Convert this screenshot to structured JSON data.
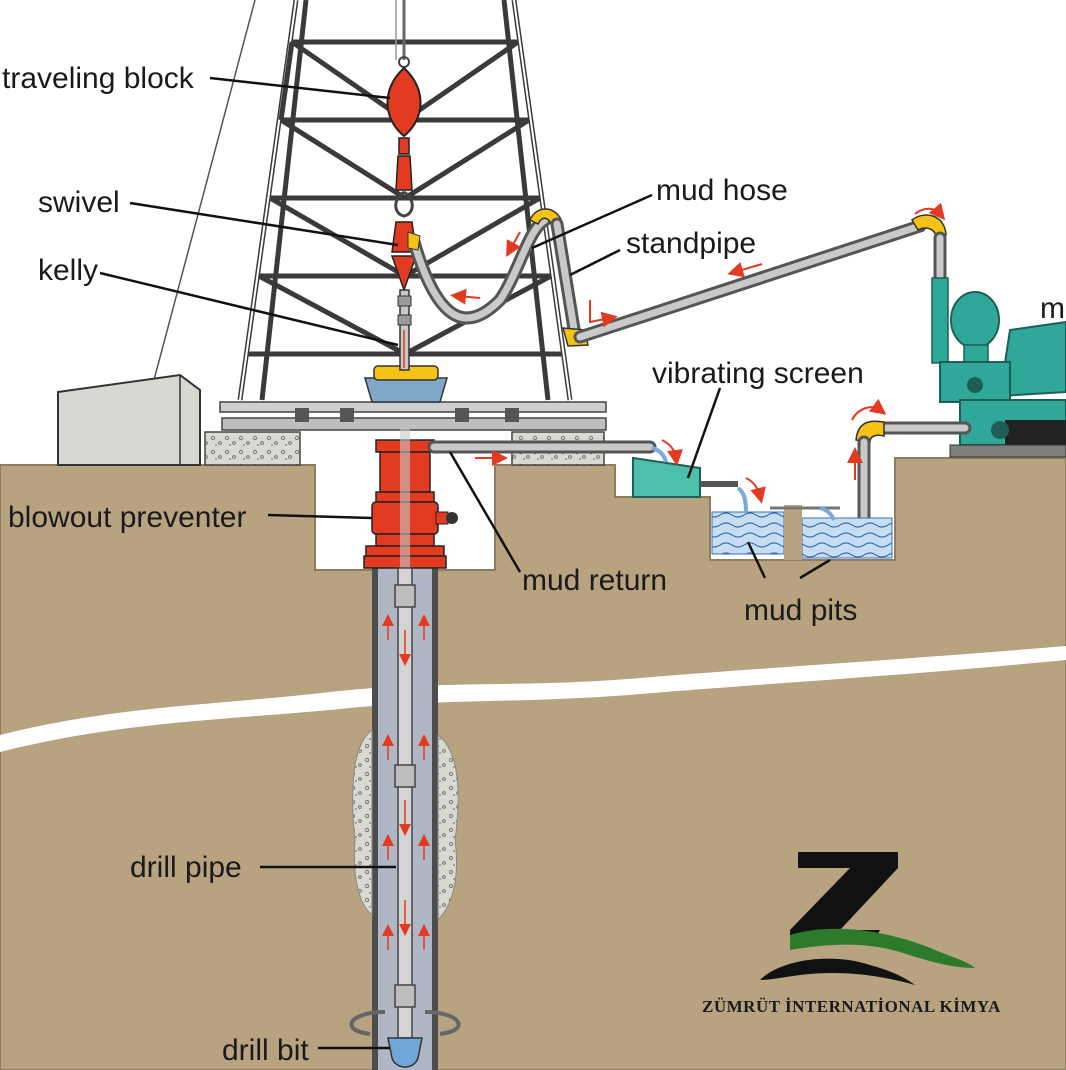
{
  "labels": {
    "traveling_block": "traveling block",
    "swivel": "swivel",
    "kelly": "kelly",
    "mud_hose": "mud hose",
    "standpipe": "standpipe",
    "vibrating_screen": "vibrating screen",
    "blowout_preventer": "blowout preventer",
    "mud_return": "mud return",
    "mud_pits": "mud pits",
    "drill_pipe": "drill pipe",
    "drill_bit": "drill bit",
    "mud_pump_partial": "m"
  },
  "logo": {
    "text": "ZÜMRÜT İNTERNATİONAL KİMYA"
  },
  "colors": {
    "ground": "#b7a37f",
    "ground_edge": "#8f7d5c",
    "equipment_red": "#e23b22",
    "pump_teal": "#2fa89a",
    "joint_yellow": "#f5c316",
    "water_blue": "#bcd7ef",
    "screen_green": "#4cc0a8",
    "logo_green": "#2d7a2d"
  }
}
